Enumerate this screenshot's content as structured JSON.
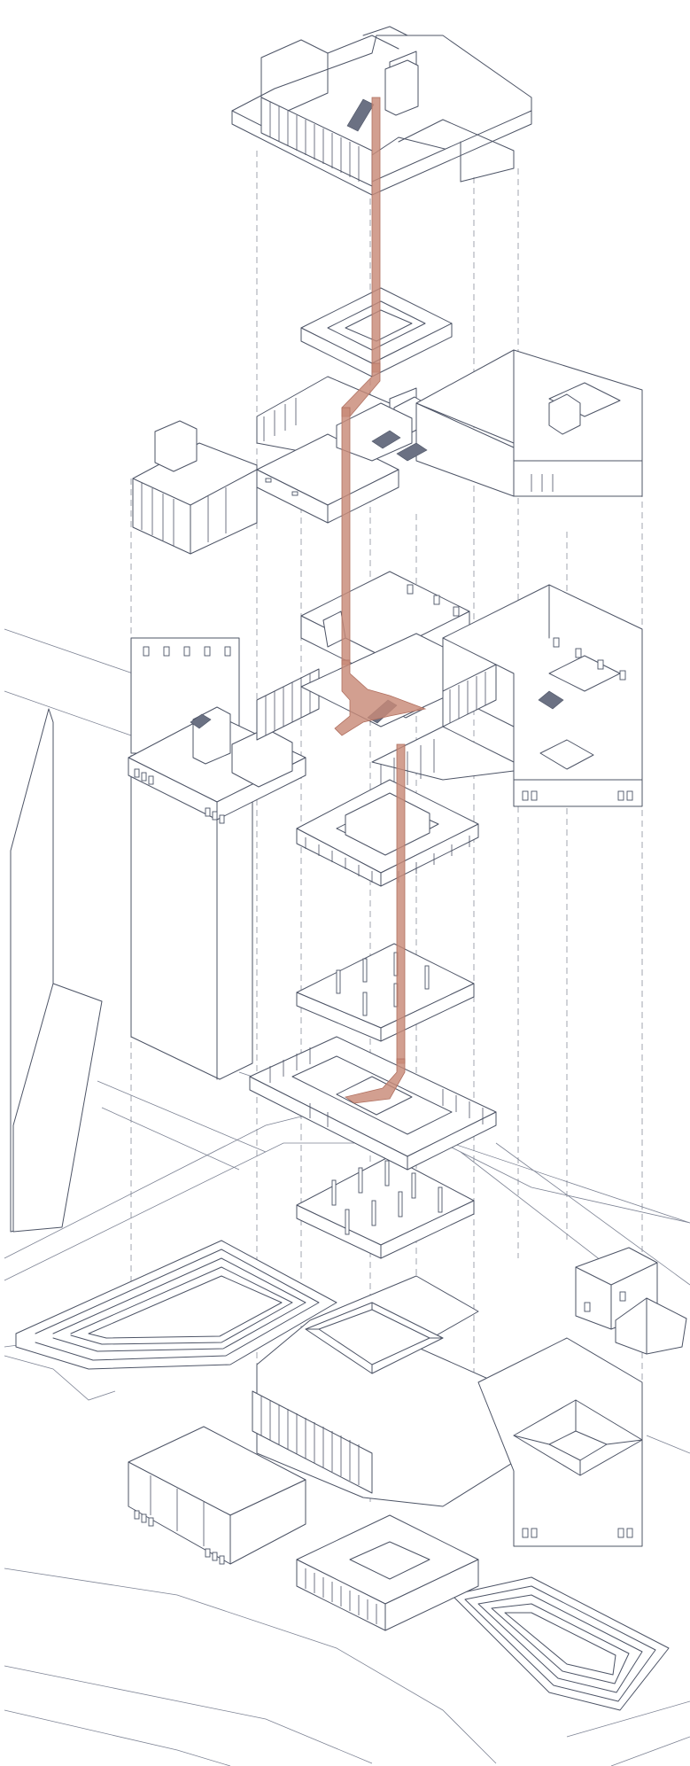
{
  "colors": {
    "line": "#4d5466",
    "path": "#c88a78",
    "background": "#ffffff"
  },
  "layers": [
    {
      "name": "top-floor"
    },
    {
      "name": "upper-floor"
    },
    {
      "name": "middle-floor"
    },
    {
      "name": "column-frames"
    },
    {
      "name": "ground-plan"
    }
  ]
}
